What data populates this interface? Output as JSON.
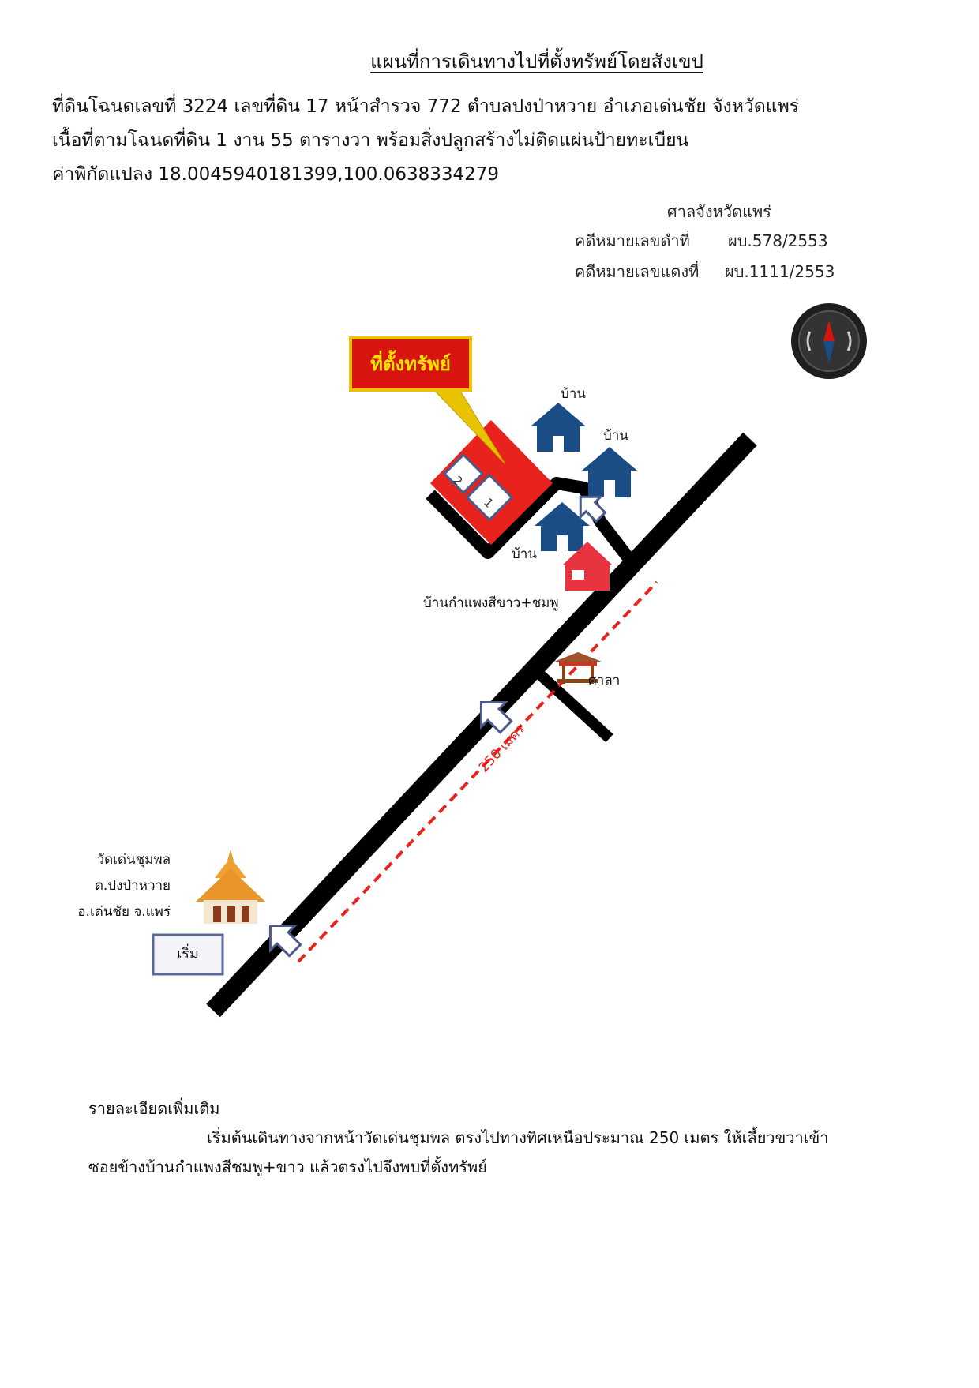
{
  "header": {
    "title": "แผนที่การเดินทางไปที่ตั้งทรัพย์โดยสังเขป",
    "line1": "ที่ดินโฉนดเลขที่ 3224 เลขที่ดิน 17 หน้าสำรวจ 772 ตำบลปงป่าหวาย อำเภอเด่นชัย จังหวัดแพร่",
    "line2": "เนื้อที่ตามโฉนดที่ดิน 1 งาน 55 ตารางวา พร้อมสิ่งปลูกสร้างไม่ติดแผ่นป้ายทะเบียน",
    "line3": "ค่าพิกัดแปลง 18.0045940181399,100.0638334279"
  },
  "court": {
    "name": "ศาลจังหวัดแพร่",
    "black_case_label": "คดีหมายเลขดำที่",
    "black_case_number": "ผบ.578/2553",
    "red_case_label": "คดีหมายเลขแดงที่",
    "red_case_number": "ผบ.1111/2553"
  },
  "map": {
    "property_label": "ที่ตั้งทรัพย์",
    "plot_numbers": [
      "2",
      "1"
    ],
    "house_label": "บ้าน",
    "pink_house_label": "บ้านกำแพงสีขาว+ชมพู",
    "sala_label": "ศาลา",
    "distance_label": "250 เมตร",
    "temple_name": "วัดเด่นชุมพล",
    "temple_subdistrict": "ต.ปงป่าหวาย",
    "temple_district": "อ.เด่นชัย จ.แพร่",
    "start_label": "เริ่ม",
    "compass_icon": "compass-icon",
    "colors": {
      "road": "#000000",
      "property": "#e8231d",
      "house": "#1a4d86",
      "pink_house": "#e8343e",
      "distance_line": "#e8231d",
      "label_box": "#d8140f",
      "label_text": "#ffe400"
    }
  },
  "details": {
    "heading": "รายละเอียดเพิ่มเติม",
    "line1": "เริ่มต้นเดินทางจากหน้าวัดเด่นชุมพล ตรงไปทางทิศเหนือประมาณ 250 เมตร ให้เลี้ยวขวาเข้า",
    "line2": "ซอยข้างบ้านกำแพงสีชมพู+ขาว แล้วตรงไปจึงพบที่ตั้งทรัพย์"
  }
}
